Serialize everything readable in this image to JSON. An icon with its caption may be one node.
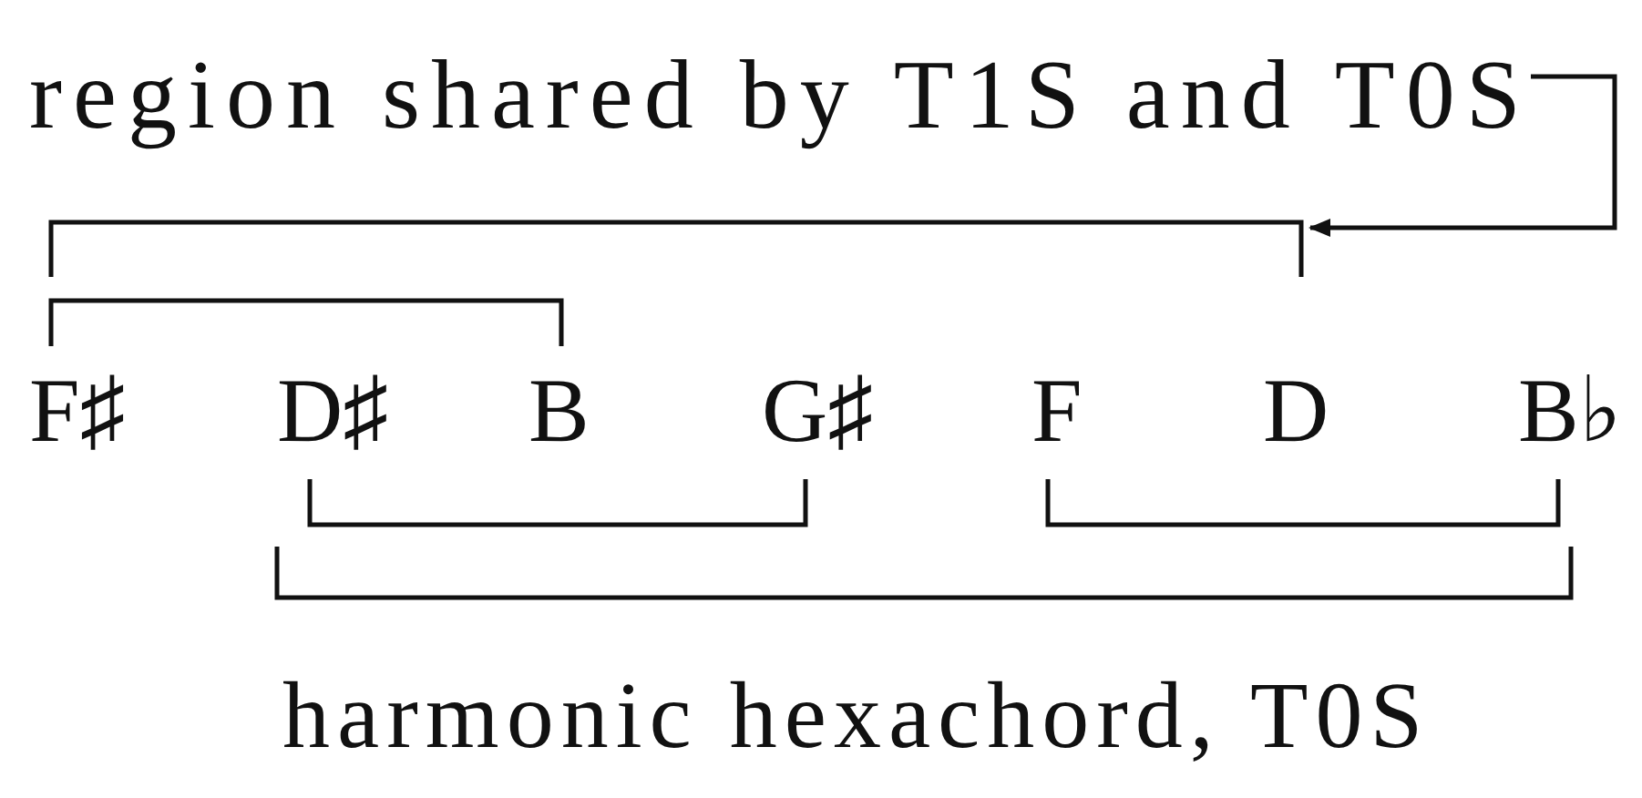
{
  "diagram": {
    "nodes": [
      {
        "text": [
          "region shared by T1S and T0S"
        ]
      },
      {
        "text": [],
        "shape": "bracket"
      }
    ],
    "edges": [
      {
        "from": 0,
        "to": 1,
        "arrow": "to"
      }
    ],
    "labels": [
      "F♯",
      "D♯",
      "B",
      "G♯",
      "F",
      "D",
      "B♭",
      "harmonic hexachord, T0S"
    ]
  }
}
